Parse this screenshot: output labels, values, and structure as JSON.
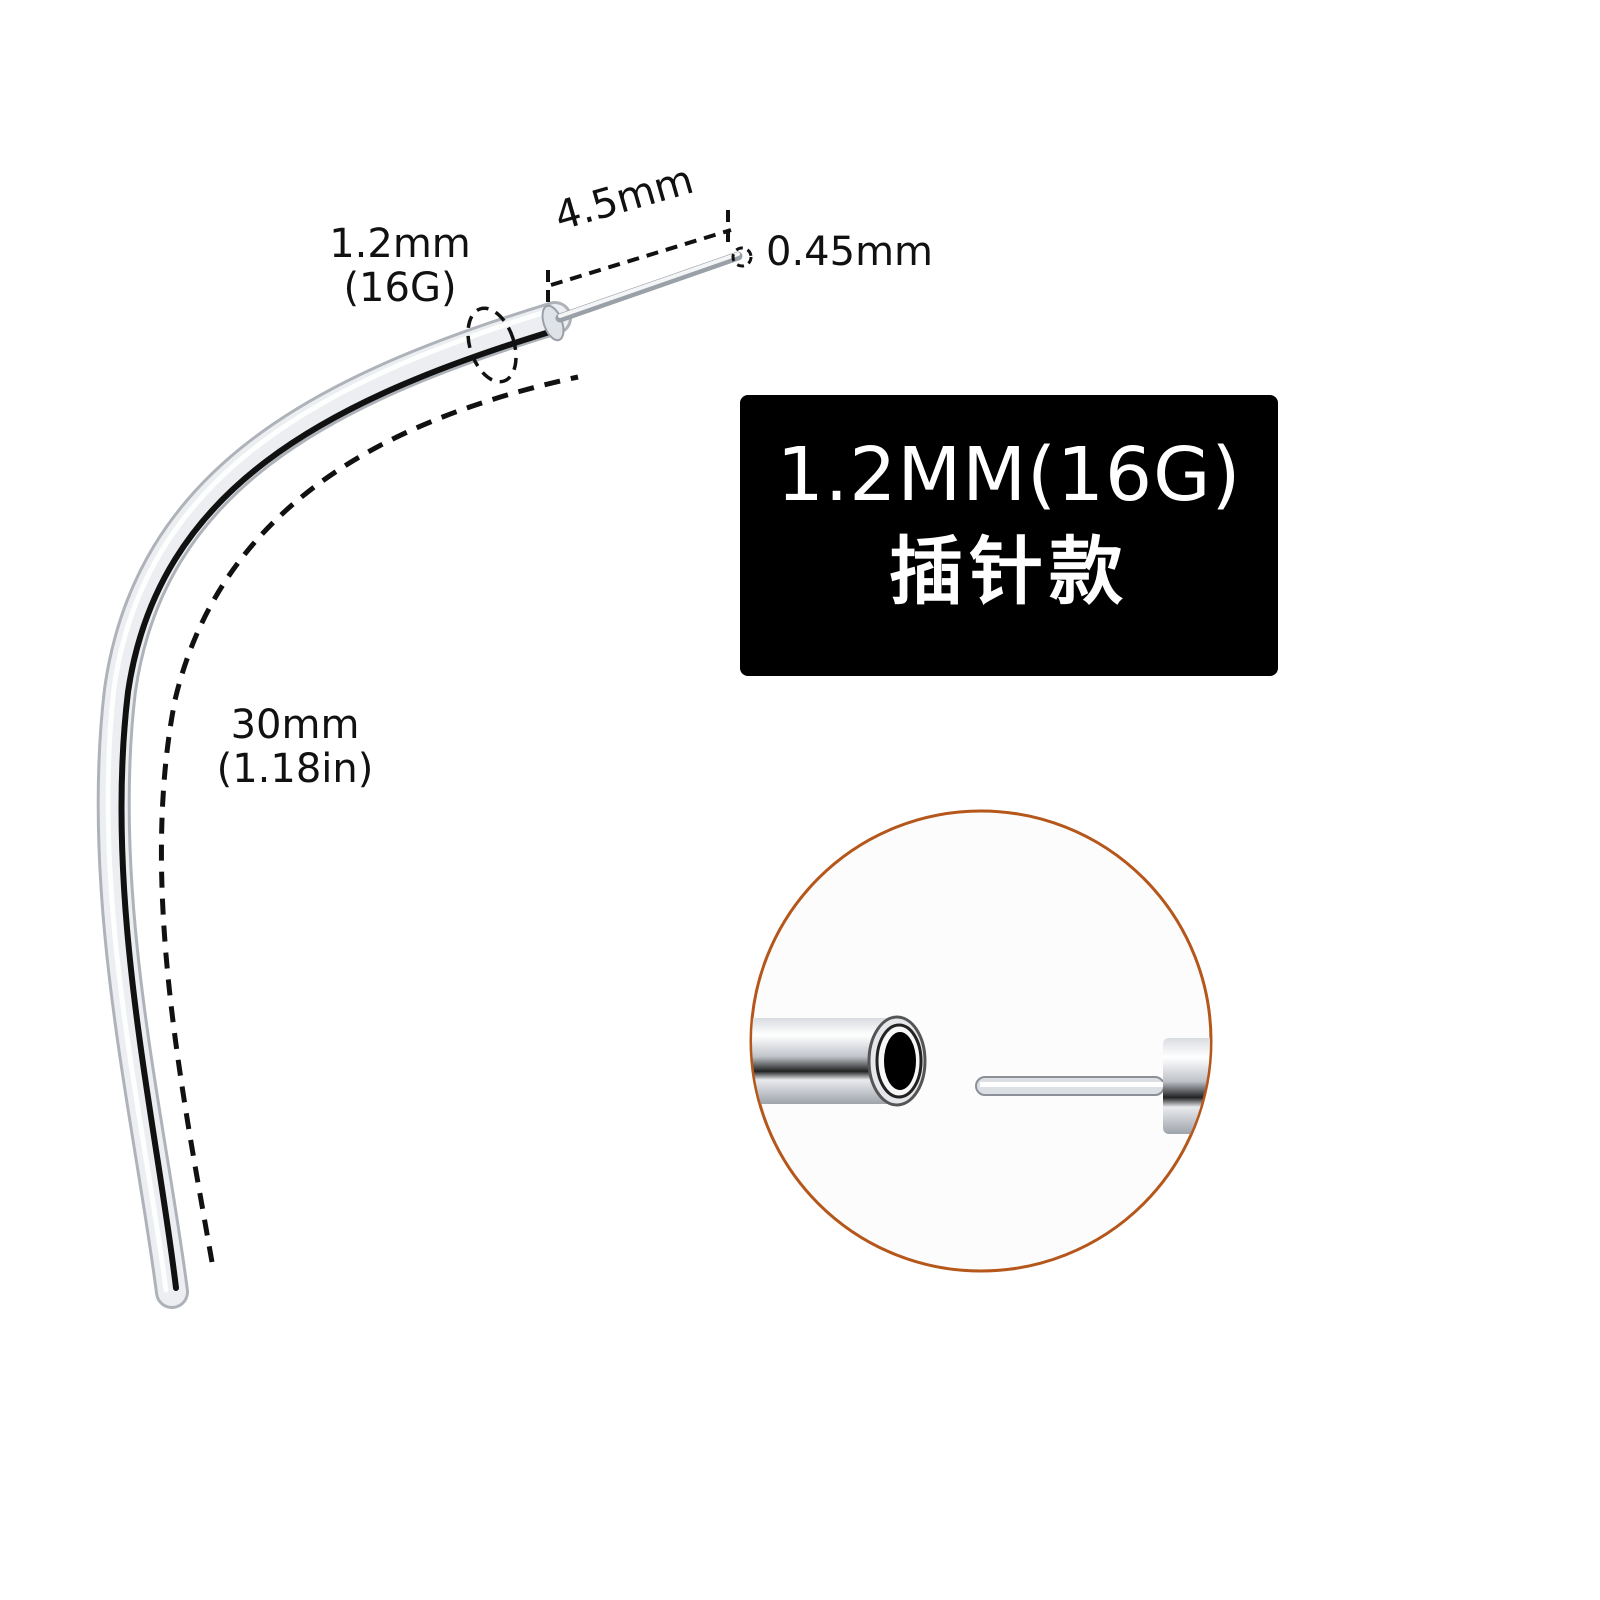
{
  "diagram": {
    "type": "product-dimension-diagram",
    "subject": "curved barbell pin (push-pin / threadless style)",
    "colors": {
      "background": "#ffffff",
      "metal_light": "#e6e8ec",
      "metal_mid": "#b9bdc4",
      "metal_dark": "#111111",
      "dashed_line": "#111111",
      "badge_bg": "#000000",
      "badge_text": "#ffffff",
      "circle_border": "#b5561a"
    }
  },
  "annotations": {
    "gauge_diameter": {
      "line1": "1.2mm",
      "line2": "(16G)"
    },
    "pin_length": "4.5mm",
    "pin_diameter": "0.45mm",
    "bar_length": {
      "line1": "30mm",
      "line2": "(1.18in)"
    }
  },
  "badge": {
    "title": "1.2MM(16G)",
    "subtitle": "插针款"
  },
  "detail_view": {
    "description": "close-up: hollow tube end and separated push pin",
    "shape": "circle",
    "border_color": "#b5561a"
  }
}
